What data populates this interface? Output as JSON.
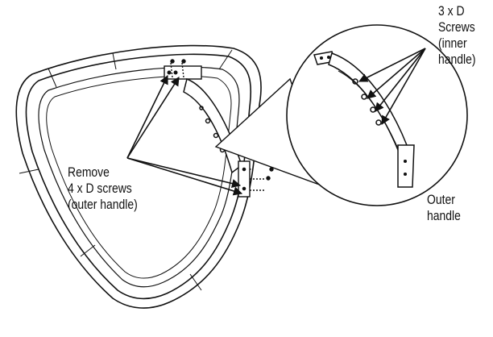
{
  "labels": {
    "outer_screws": [
      "Remove",
      "4 x D screws",
      "(outer handle)"
    ],
    "inner_screws": [
      "3 x D",
      "Screws",
      "(inner",
      "handle)"
    ],
    "outer_handle": [
      "Outer",
      "handle"
    ]
  },
  "colors": {
    "ink": "#111111",
    "background": "#ffffff",
    "shade": "#d9d9d9"
  }
}
